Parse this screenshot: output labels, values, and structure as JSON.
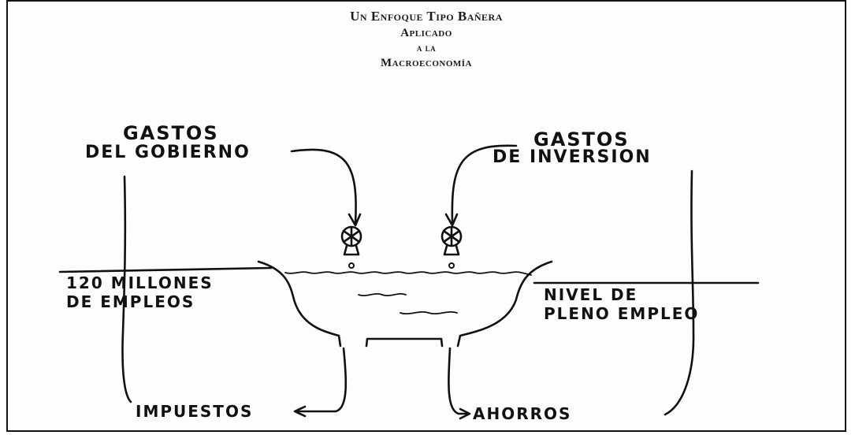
{
  "title": {
    "line1": "Un Enfoque Tipo Bañera",
    "line2": "Aplicado",
    "line3": "a la",
    "line4": "Macroeconomía"
  },
  "labels": {
    "gov_spending_line1": "GASTOS",
    "gov_spending_line2": "DEL GOBIERNO",
    "investment_line1": "GASTOS",
    "investment_line2": "DE INVERSION",
    "employment_line1": "120 MILLONES",
    "employment_line2": "DE EMPLEOS",
    "full_employment_line1": "NIVEL DE",
    "full_employment_line2": "PLENO EMPLEO",
    "taxes": "IMPUESTOS",
    "savings": "AHORROS"
  }
}
